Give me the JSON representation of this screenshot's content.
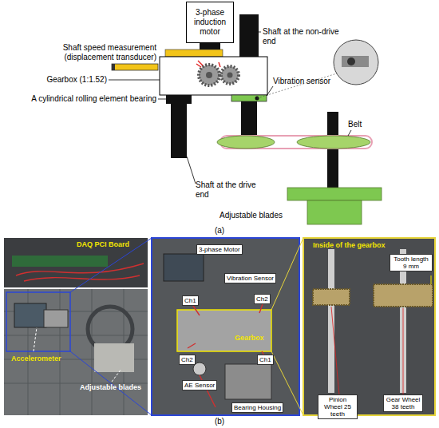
{
  "diagram": {
    "nodes": [
      {
        "text": [
          "3-phase induction motor"
        ]
      },
      {
        "text": [
          "3-phase Motor"
        ]
      },
      {
        "text": [
          "Vibration Sensor"
        ]
      },
      {
        "text": [
          "Ch1"
        ]
      },
      {
        "text": [
          "Ch2"
        ]
      },
      {
        "text": [
          "Ch2"
        ]
      },
      {
        "text": [
          "Ch1"
        ]
      },
      {
        "text": [
          "AE Sensor"
        ]
      },
      {
        "text": [
          "Bearing Housing"
        ]
      },
      {
        "text": [
          "Tooth length 9 mm"
        ]
      },
      {
        "text": [
          "Pinion Wheel 25 teeth"
        ]
      },
      {
        "text": [
          "Gear Wheel 38 teeth"
        ]
      }
    ],
    "labels": [
      "Shaft speed measurement (displacement transducer)",
      "Shaft at the non-drive end",
      "Gearbox (1:1.52)",
      "Vibration sensor",
      "A cylindrical rolling element bearing",
      "Belt",
      "Shaft at the drive end",
      "Adjustable blades",
      "(a)",
      "DAQ PCI Board",
      "Inside of the gearbox",
      "Gearbox",
      "Accelerometer",
      "Adjustable blades",
      "(b)"
    ]
  }
}
